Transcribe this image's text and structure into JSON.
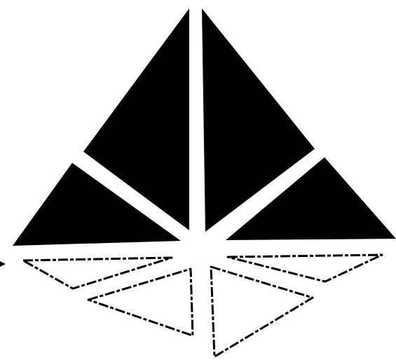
{
  "figure": {
    "subject": "triangular-emblem",
    "colors": {
      "background": "#ffffff",
      "fill": "#000000",
      "outline": "#000000"
    },
    "upper_pieces": {
      "count": 4,
      "style": "solid"
    },
    "lower_pieces": {
      "count": 4,
      "style": "outline"
    }
  }
}
